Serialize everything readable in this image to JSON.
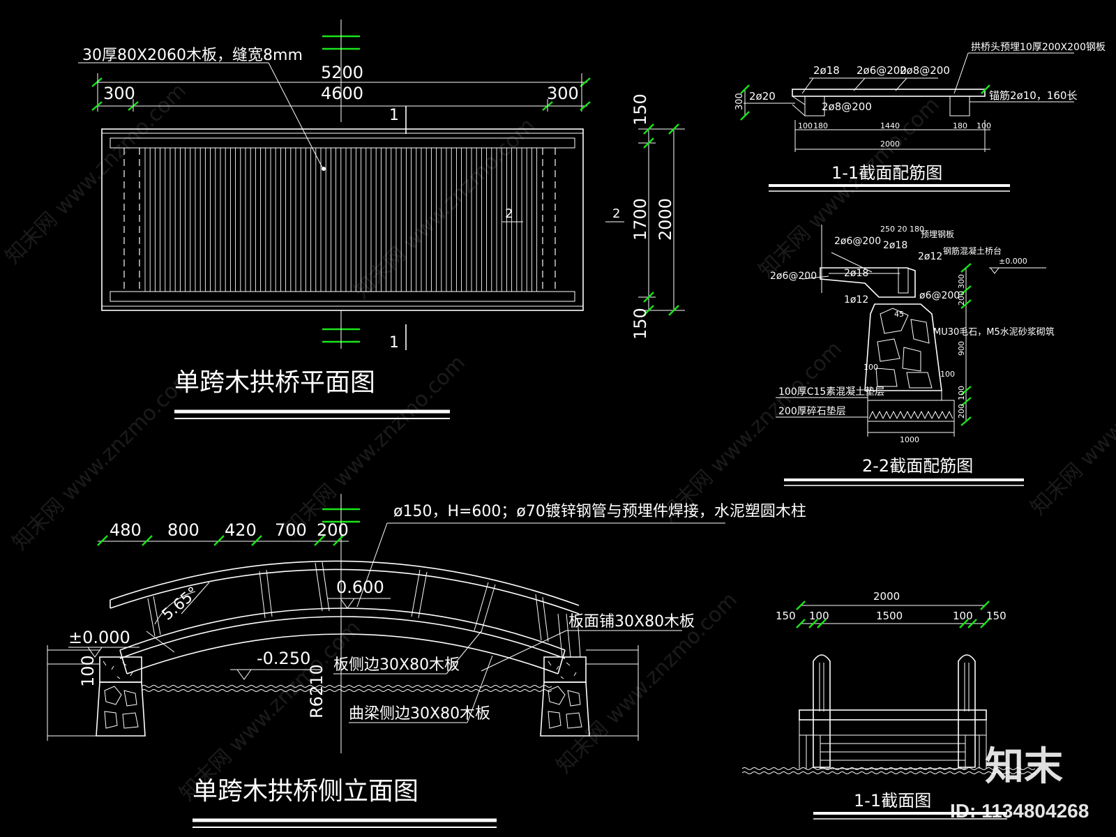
{
  "plan": {
    "top_note": "30厚80X2060木板，缝宽8mm",
    "dim_total": "5200",
    "dim_inner": "4600",
    "dim_left": "300",
    "dim_right": "300",
    "section_mark_top": "1",
    "section_mark_bottom": "1",
    "section_mark_2_left": "2",
    "section_mark_2_right": "2",
    "dim_v_top": "150",
    "dim_v_mid": "1700",
    "dim_v_total": "2000",
    "dim_v_bottom": "150",
    "title": "单跨木拱桥平面图"
  },
  "elevation": {
    "dim_480": "480",
    "dim_800": "800",
    "dim_420": "420",
    "dim_700": "700",
    "dim_200": "200",
    "post_note": "ø150，H=600；ø70镀锌钢管与预埋件焊接，水泥塑圆木柱",
    "level_top": "0.600",
    "level_zero": "±0.000",
    "level_water": "-0.250",
    "dim_100": "100",
    "radius": "R6210",
    "angle": "5.65°",
    "note_deck": "板面铺30X80木板",
    "note_side": "板侧边30X80木板",
    "note_beam": "曲梁侧边30X80木板",
    "title": "单跨木拱桥侧立面图"
  },
  "section11_rebar": {
    "note_plate": "拱桥头预埋10厚200X200钢板",
    "r1": "2ø18",
    "r2": "2ø6@200",
    "r3": "2ø8@200",
    "r4": "2ø20",
    "r5": "2ø8@200",
    "r6": "锚筋2ø10，160长",
    "d300": "300",
    "d100a": "100",
    "d180a": "180",
    "d1440": "1440",
    "d180b": "180",
    "d100b": "100",
    "d2000": "2000",
    "title": "1-1截面配筋图"
  },
  "section22_rebar": {
    "r_a": "2ø6@200",
    "r_b": "250 20 180",
    "r_c": "2ø18",
    "r_d": "钢筋混凝土桥台",
    "r_e": "2ø6@200",
    "r_f": "2ø18",
    "r_g": "2ø12",
    "r_h": "1ø12",
    "r_i": "ø6@200",
    "r_j": "预埋钢板",
    "level": "±0.000",
    "d300": "300",
    "d200": "200",
    "d900": "900",
    "d100": "100",
    "d200b": "200",
    "stone": "MU30毛石，M5水泥砂浆砌筑",
    "layer1": "100厚C15素混凝土垫层",
    "layer2": "200厚碎石垫层",
    "d1000": "1000",
    "title": "2-2截面配筋图"
  },
  "section11": {
    "d2000": "2000",
    "d150a": "150",
    "d100a": "100",
    "d1500": "1500",
    "d100b": "100",
    "d150b": "150",
    "title": "1-1截面图"
  },
  "brand": {
    "logo": "知末",
    "id": "ID: 1134804268",
    "watermark": "知末网 www.znzmo.com"
  }
}
